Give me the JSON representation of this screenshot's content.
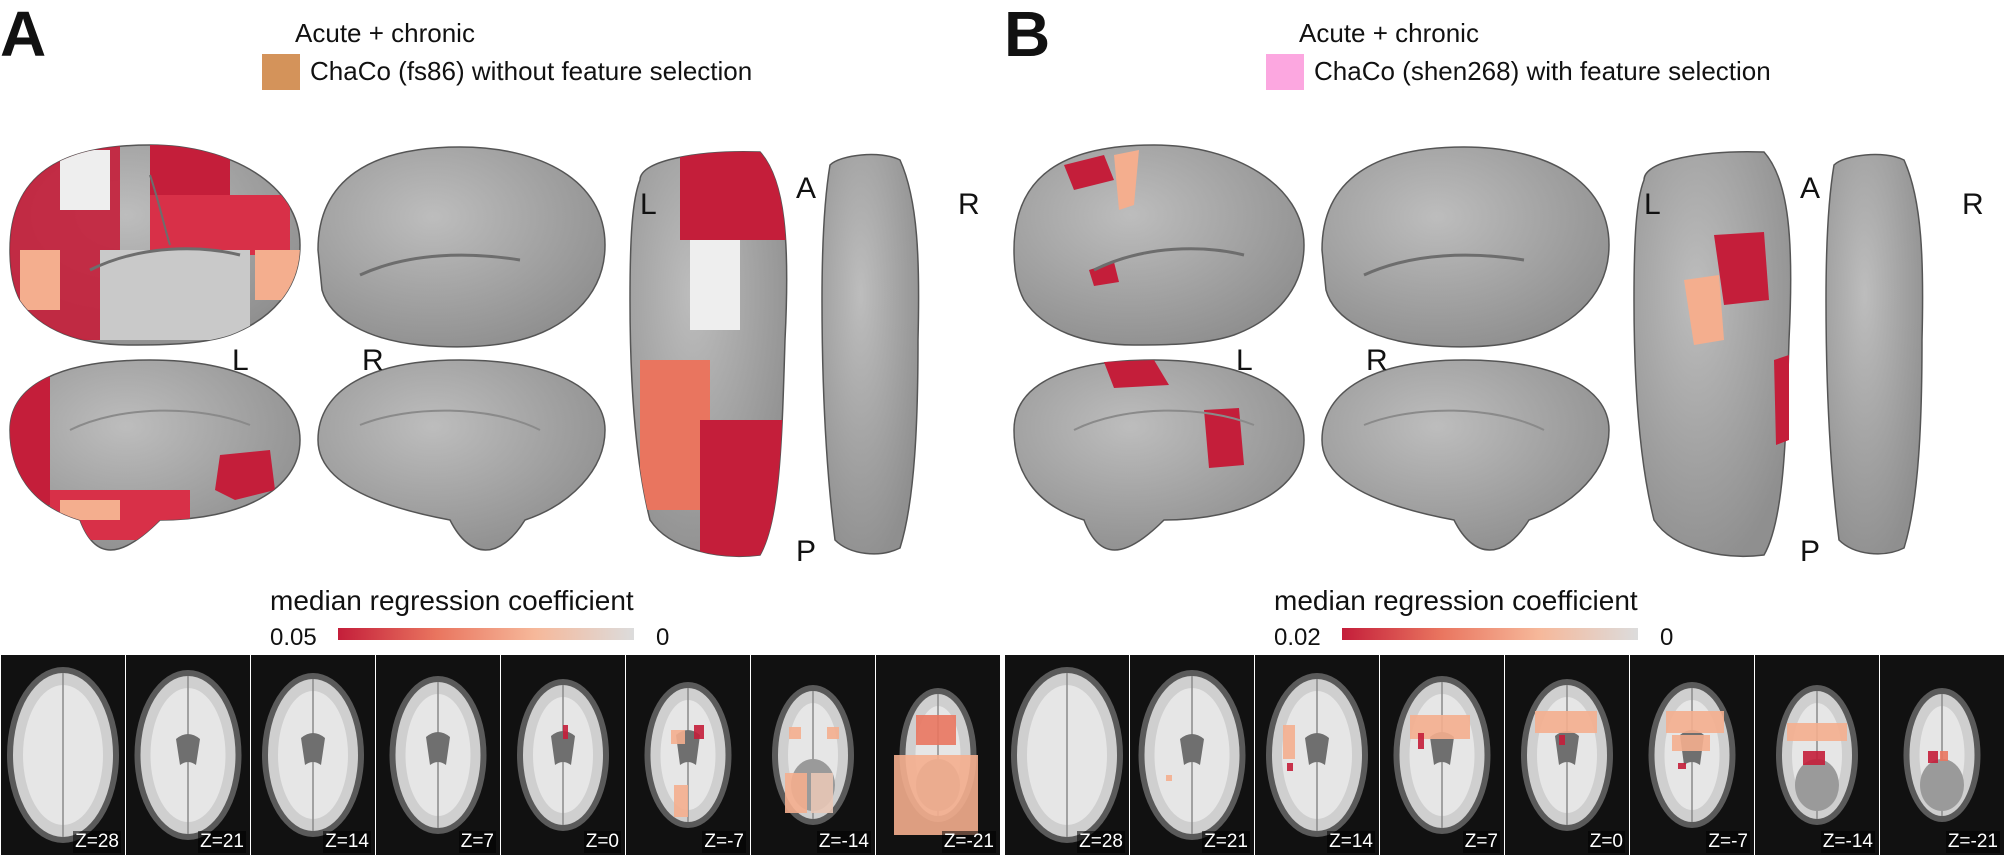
{
  "panels": [
    {
      "letter": "A",
      "title": "Acute + chronic",
      "legend_label": "ChaCo (fs86) without feature selection",
      "legend_color": "#d4935a",
      "hemisphere_labels": {
        "left": "L",
        "right": "R"
      },
      "orientation_labels": {
        "left": "L",
        "anterior": "A",
        "right": "R",
        "posterior": "P"
      },
      "colorbar": {
        "title": "median regression coefficient",
        "max": "0.05",
        "min": "0",
        "colors": [
          "#c41e3a",
          "#e9755f",
          "#f6b89a",
          "#dcdcdc"
        ]
      },
      "slices": [
        "Z=28",
        "Z=21",
        "Z=14",
        "Z=7",
        "Z=0",
        "Z=-7",
        "Z=-14",
        "Z=-21"
      ]
    },
    {
      "letter": "B",
      "title": "Acute + chronic",
      "legend_label": "ChaCo (shen268) with feature selection",
      "legend_color": "#fca7e0",
      "hemisphere_labels": {
        "left": "L",
        "right": "R"
      },
      "orientation_labels": {
        "left": "L",
        "anterior": "A",
        "right": "R",
        "posterior": "P"
      },
      "colorbar": {
        "title": "median regression coefficient",
        "max": "0.02",
        "min": "0",
        "colors": [
          "#c41e3a",
          "#e9755f",
          "#f6b89a",
          "#dcdcdc"
        ]
      },
      "slices": [
        "Z=28",
        "Z=21",
        "Z=14",
        "Z=7",
        "Z=0",
        "Z=-7",
        "Z=-14",
        "Z=-21"
      ]
    }
  ]
}
